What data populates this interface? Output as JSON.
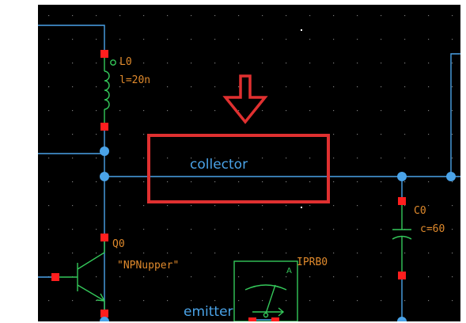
{
  "schematic": {
    "inductor": {
      "name": "L0",
      "param": "l=20n"
    },
    "net_label": "collector",
    "capacitor": {
      "name": "C0",
      "param": "c=60"
    },
    "transistor": {
      "name": "Q0",
      "model": "\"NPNupper\""
    },
    "probe": {
      "name": "IPRB0",
      "pin": "A"
    },
    "emitter_label": "emitter"
  },
  "colors": {
    "background": "#000000",
    "wire": "#4aa3e8",
    "pin": "#ff1e1e",
    "device": "#34c85a",
    "label": "#e08a2c",
    "highlight_box": "#e03030",
    "annotation_arrow": "#e03030"
  },
  "icons": [
    "down-arrow-icon",
    "inductor-symbol",
    "capacitor-symbol",
    "npn-transistor-symbol",
    "current-probe-symbol"
  ]
}
